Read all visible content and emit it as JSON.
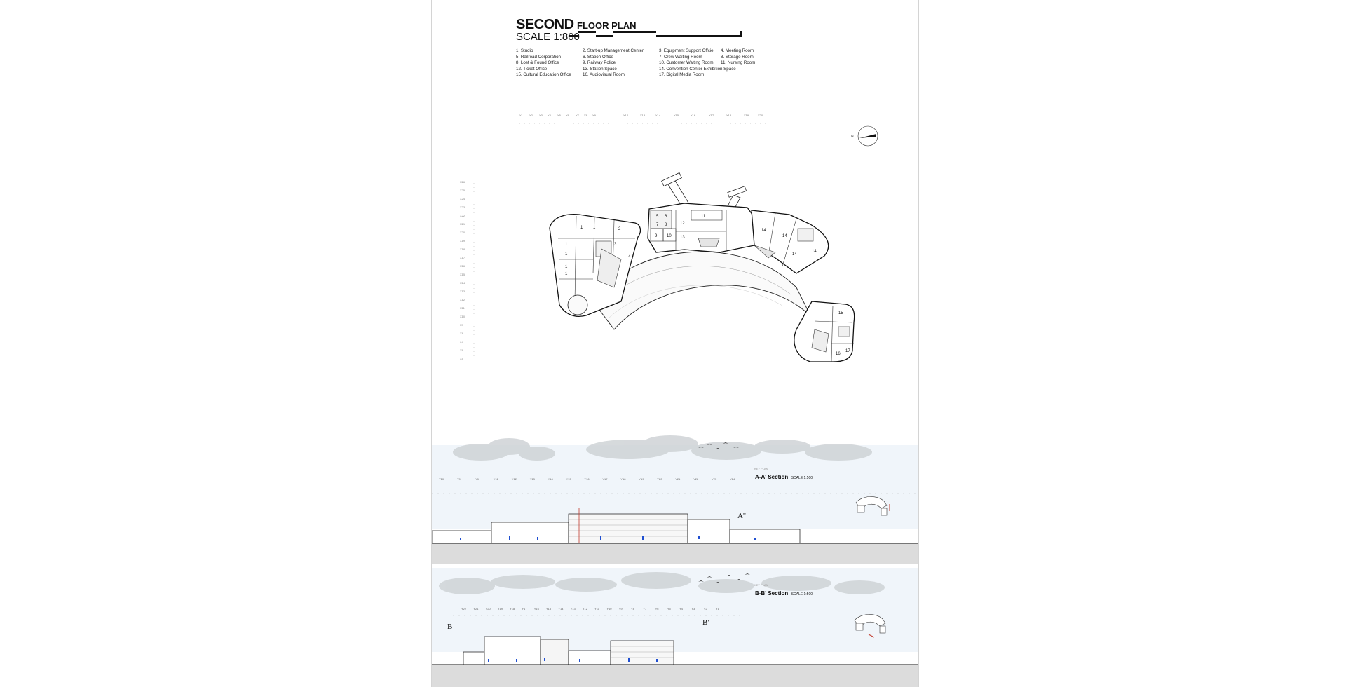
{
  "title": {
    "main": "SECOND",
    "sub": "FLOOR PLAN",
    "scale": "SCALE 1:800"
  },
  "legend": {
    "col1": [
      "1. Studio",
      "5. Railroad Corporation",
      "8. Lost & Found Office",
      "12. Ticket Office",
      "15. Cultural Education Office"
    ],
    "col2": [
      "2. Start-up Management Center",
      "6. Station Office",
      "9. Railway Police",
      "13. Station Space",
      "16. Audiovisual Room"
    ],
    "col3": [
      "3. Equipment Support Offcie",
      "7. Crew Waiting Room",
      "10. Customer Waiting Room",
      "14. Convention Center Exhibition Space",
      "17. Digital Media Room"
    ],
    "col4": [
      "4. Meeting Room",
      "8. Storage Room",
      "11. Nursing Room"
    ]
  },
  "plan_rooms": {
    "west": [
      "1",
      "1",
      "2",
      "1",
      "1",
      "1",
      "1",
      "3",
      "4"
    ],
    "center": [
      "5",
      "6",
      "7",
      "8",
      "9",
      "10",
      "11",
      "12",
      "13"
    ],
    "east": [
      "14",
      "14",
      "14",
      "14"
    ],
    "south": [
      "15",
      "16",
      "17"
    ]
  },
  "sections": {
    "aa": {
      "title": "A-A' Section",
      "scale": "SCALE 1:500",
      "keyplan": "KEY PLAN",
      "marker": "A''",
      "grid": [
        "Y10",
        "Y9",
        "Y8",
        "Y11",
        "Y12",
        "Y13",
        "Y14",
        "Y15",
        "Y16",
        "Y17",
        "Y18",
        "Y19",
        "Y20",
        "Y21",
        "Y22",
        "Y23",
        "Y24"
      ]
    },
    "bb": {
      "title": "B-B' Section",
      "scale": "SCALE 1:500",
      "keyplan": "KEY PLAN",
      "marker_left": "B",
      "marker_right": "B'",
      "grid": [
        "Y22",
        "Y21",
        "Y20",
        "Y19",
        "Y18",
        "Y17",
        "Y16",
        "Y15",
        "Y14",
        "Y13",
        "Y12",
        "Y11",
        "Y10",
        "Y9",
        "Y8",
        "Y7",
        "Y6",
        "Y5",
        "Y4",
        "Y3",
        "Y2",
        "Y1"
      ]
    }
  },
  "colors": {
    "sky": "#e9f0f7",
    "ground": "#dcdcdc",
    "accent_blue": "#1f4fd1",
    "section_red": "#c0392b"
  }
}
